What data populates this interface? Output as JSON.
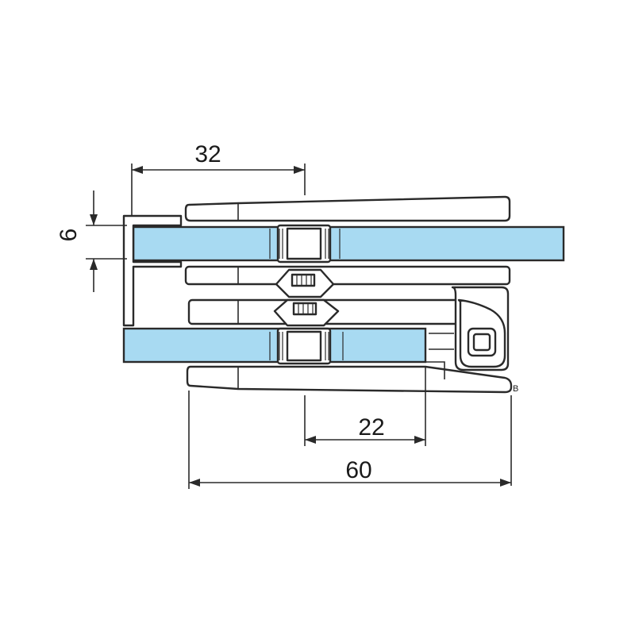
{
  "drawing": {
    "glass_color": "#a8daf2",
    "line_color": "#2a2a2a",
    "dimensions": {
      "top_width": "32",
      "thickness": "6",
      "offset": "22",
      "overall_width": "60"
    },
    "corner_mark": "B"
  }
}
